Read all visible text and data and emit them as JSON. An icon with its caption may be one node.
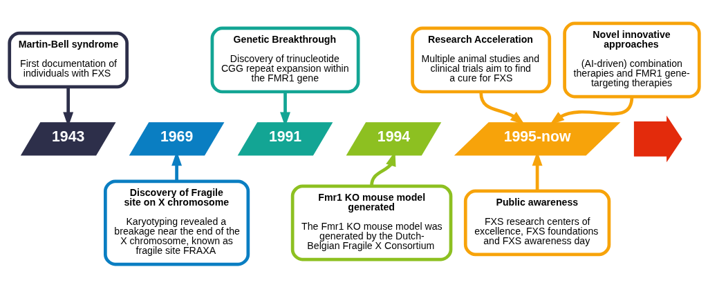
{
  "diagram": {
    "nodes": [
      {
        "text": [
          "Martin-Bell syndrome",
          "First documentation of individuals with FXS"
        ]
      },
      {
        "text": [
          "Genetic Breakthrough",
          "Discovery of trinucleotide CGG repeat expansion within the FMR1 gene"
        ]
      },
      {
        "text": [
          "Research Acceleration",
          "Multiple animal studies and clinical trials aim to find a cure for FXS"
        ]
      },
      {
        "text": [
          "Novel innovative approaches",
          "(AI-driven) combination therapies and FMR1 gene-targeting therapies"
        ]
      },
      {
        "text": [
          "1943"
        ]
      },
      {
        "text": [
          "1969"
        ]
      },
      {
        "text": [
          "1991"
        ]
      },
      {
        "text": [
          "1994"
        ]
      },
      {
        "text": [
          "1995-now"
        ]
      },
      {
        "text": [],
        "shape": "arrow"
      },
      {
        "text": [
          "Discovery of Fragile site on X chromosome",
          "Karyotyping revealed a breakage near the end of the X chromosome, known as fragile site FRAXA"
        ]
      },
      {
        "text": [
          "Fmr1 KO mouse model generated",
          "The Fmr1 KO mouse model was generated by the Dutch-Belgian Fragile X Consortium"
        ]
      },
      {
        "text": [
          "Public awareness",
          "FXS research centers of excellence, FXS foundations and FXS awareness day"
        ]
      }
    ],
    "edges": [
      {
        "from": 0,
        "to": 4,
        "arrow": "to",
        "color": "#2d2f4a"
      },
      {
        "from": 1,
        "to": 6,
        "arrow": "to",
        "color": "#13a594"
      },
      {
        "from": 2,
        "to": 8,
        "arrow": "to"
      },
      {
        "from": 3,
        "to": 8,
        "arrow": "to"
      },
      {
        "from": 10,
        "to": 5,
        "arrow": "to",
        "color": "#0a7ec2"
      },
      {
        "from": 11,
        "to": 7,
        "arrow": "to",
        "color": "#8dc021"
      },
      {
        "from": 12,
        "to": 8,
        "arrow": "to"
      }
    ]
  }
}
